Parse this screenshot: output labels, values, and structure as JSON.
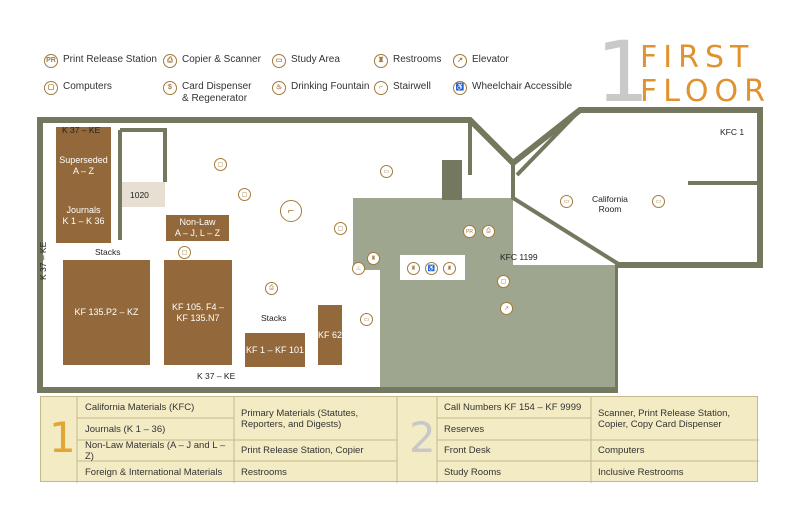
{
  "legend": [
    {
      "icon": "print-release-icon",
      "glyph": "PR",
      "label": "Print Release Station"
    },
    {
      "icon": "copier-scanner-icon",
      "glyph": "⎙",
      "label": "Copier & Scanner"
    },
    {
      "icon": "study-area-icon",
      "glyph": "▭",
      "label": "Study Area"
    },
    {
      "icon": "restrooms-icon",
      "glyph": "♜",
      "label": "Restrooms"
    },
    {
      "icon": "elevator-icon",
      "glyph": "↗",
      "label": "Elevator"
    },
    {
      "icon": "computers-icon",
      "glyph": "▢",
      "label": "Computers"
    },
    {
      "icon": "card-dispenser-icon",
      "glyph": "$",
      "label": "Card Dispenser\n& Regenerator"
    },
    {
      "icon": "drinking-fountain-icon",
      "glyph": "♨",
      "label": "Drinking Fountain"
    },
    {
      "icon": "stairwell-icon",
      "glyph": "⌐",
      "label": "Stairwell"
    },
    {
      "icon": "wheelchair-icon",
      "glyph": "♿",
      "label": "Wheelchair Accessible"
    }
  ],
  "floor": {
    "number": "1",
    "word1": "FIRST",
    "word2": "FLOOR"
  },
  "map_labels": {
    "k37_ke_top": "K 37 – KE",
    "k37_ke_side": "K 37 – KE",
    "k37_ke_bottom": "K 37 – KE",
    "superseded": "Superseded\nA – Z",
    "journals": "Journals\nK 1 – K 36",
    "room_1020": "1020",
    "non_law": "Non-Law\nA – J, L – Z",
    "stacks_left": "Stacks",
    "stacks_right": "Stacks",
    "kf_135": "KF 135.P2 – KZ",
    "kf_105": "KF 105. F4 –\nKF 135.N7",
    "kf_1": "KF 1 – KF 101",
    "kf_62": "KF 62",
    "kfc_1": "KFC 1",
    "california_room": "California\nRoom",
    "kfc_1199": "KFC 1199",
    "pr": "PR"
  },
  "table": {
    "num1": "1",
    "num2": "2",
    "num_color": "#e0a732",
    "num2_color": "#c8c8c8",
    "col1": [
      "California Materials (KFC)",
      "Journals (K 1 – 36)",
      "Non-Law Materials (A – J and L – Z)",
      "Foreign & International Materials"
    ],
    "col2": [
      "Primary Materials (Statutes,\nReporters, and Digests)",
      "Print Release Station, Copier",
      "Restrooms"
    ],
    "col3": [
      "Call Numbers KF 154 – KF 9999",
      "Reserves",
      "Front Desk",
      "Study Rooms"
    ],
    "col4": [
      "Scanner, Print Release Station,\nCopier, Copy Card Dispenser",
      "Computers",
      "Inclusive Restrooms"
    ]
  },
  "colors": {
    "wall": "#74785f",
    "floor_green": "#9fa68f",
    "stack_brown": "#93683a",
    "title_orange": "#e0922f"
  }
}
